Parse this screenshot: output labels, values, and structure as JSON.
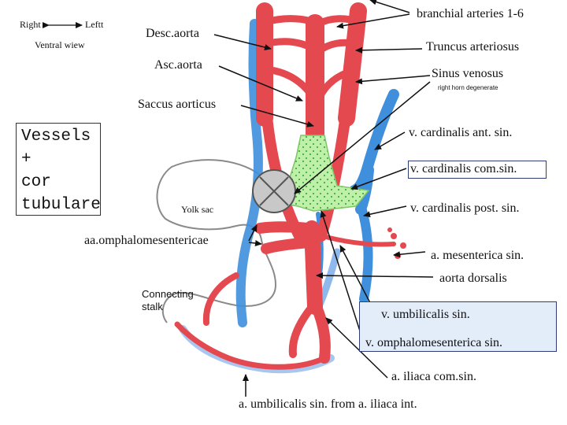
{
  "orientation": {
    "right": "Right",
    "left": "Leftt",
    "view": "Ventral wiew"
  },
  "title_box": {
    "lines": [
      "Vessels",
      "+",
      "cor",
      "tubulare"
    ]
  },
  "labels": {
    "branchial": "branchial arteries 1-6",
    "desc_aorta": "Desc.aorta",
    "truncus": "Truncus arteriosus",
    "asc_aorta": "Asc.aorta",
    "sinus": "Sinus venosus",
    "sinus_note": "right horn degenerate",
    "saccus": "Saccus aorticus",
    "v_card_ant": "v. cardinalis ant. sin.",
    "v_card_com": "v. cardinalis com.sin.",
    "yolk_sac": "Yolk sac",
    "v_card_post": "v. cardinalis post. sin.",
    "aa_omphalo": "aa.omphalomesentericae",
    "a_mesent": "a. mesenterica sin.",
    "aorta_dors": "aorta dorsalis",
    "conn_stalk_1": "Connecting",
    "conn_stalk_2": "stalk",
    "v_umbil": "v. umbilicalis sin.",
    "v_omphalo": "v. omphalomesenterica sin.",
    "a_iliaca": "a. iliaca com.sin.",
    "a_umbil": "a. umbilicalis sin. from a. iliaca int."
  },
  "colors": {
    "artery": "#e4494f",
    "artery_edge": "#b8282c",
    "vein": "#3f8fdc",
    "vein_light": "#8fb8ec",
    "heart_green": "#bff0a8",
    "heart_dots": "#2e9a3c",
    "highlight_fill": "#e3ecf9",
    "highlight_border": "#2f3c78"
  }
}
